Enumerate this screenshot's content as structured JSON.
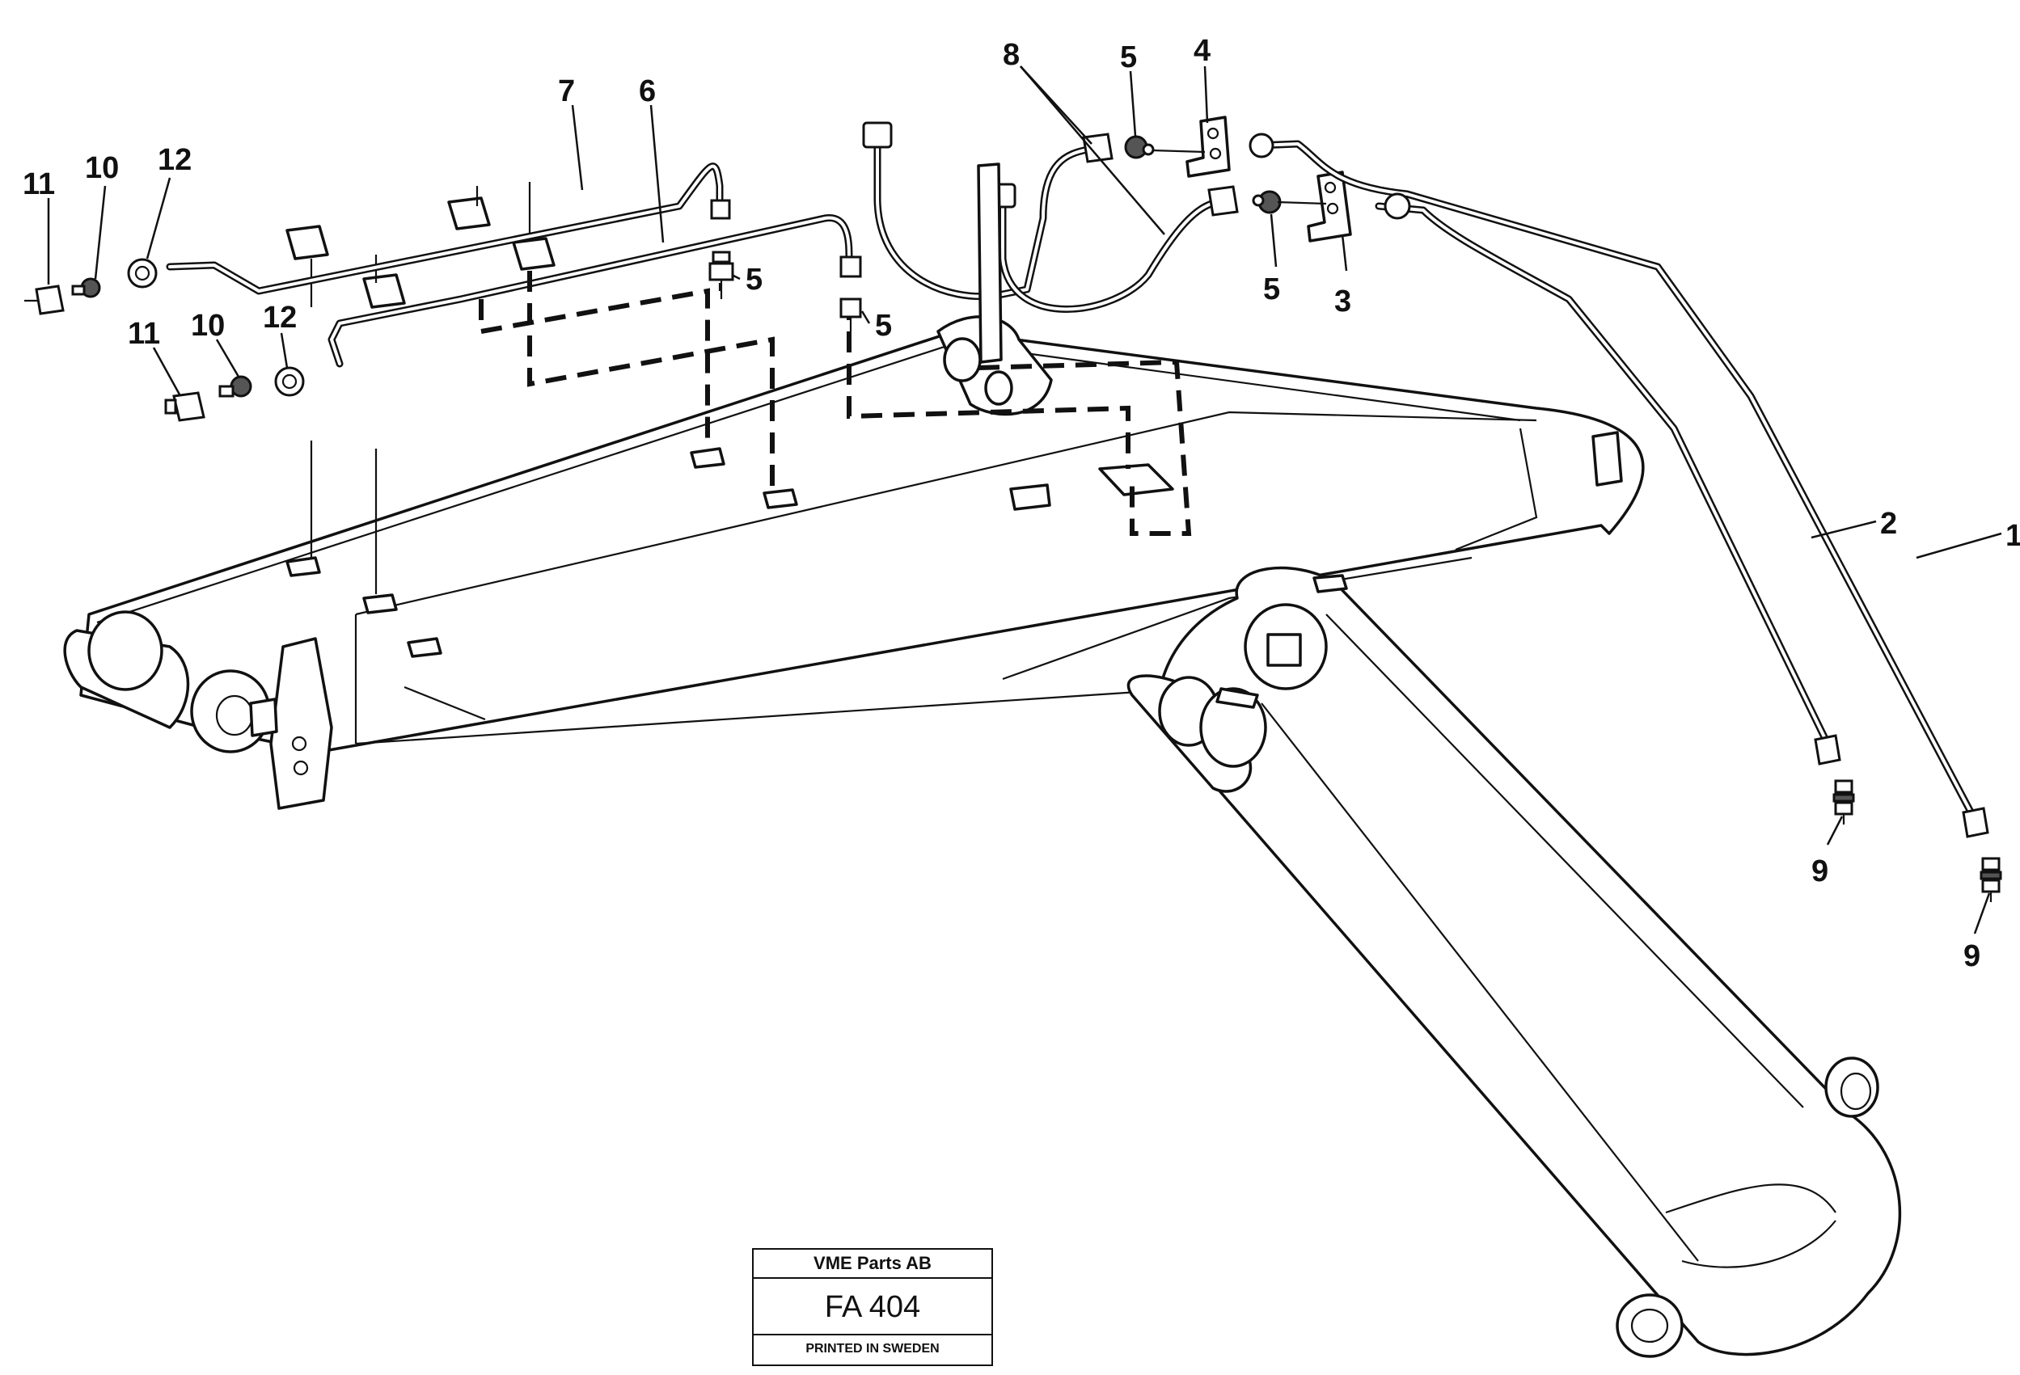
{
  "parts": [
    {
      "id": "1",
      "label": "1"
    },
    {
      "id": "2",
      "label": "2"
    },
    {
      "id": "3",
      "label": "3"
    },
    {
      "id": "4",
      "label": "4"
    },
    {
      "id": "5",
      "label": "5"
    },
    {
      "id": "6",
      "label": "6"
    },
    {
      "id": "7",
      "label": "7"
    },
    {
      "id": "8",
      "label": "8"
    },
    {
      "id": "9",
      "label": "9"
    },
    {
      "id": "10",
      "label": "10"
    },
    {
      "id": "11",
      "label": "11"
    },
    {
      "id": "12",
      "label": "12"
    }
  ],
  "stamp": {
    "company": "VME Parts AB",
    "code": "FA 404",
    "printed": "PRINTED IN SWEDEN"
  }
}
